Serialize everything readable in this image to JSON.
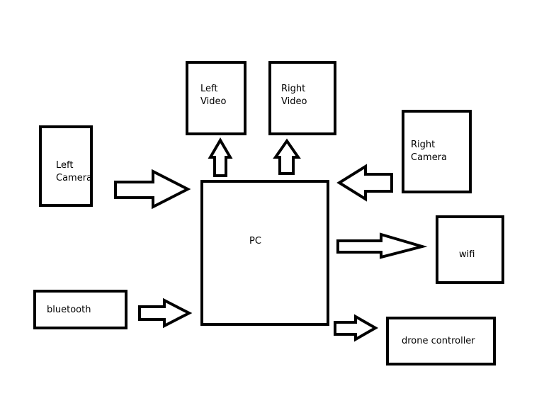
{
  "diagram": {
    "nodes": {
      "left_video": {
        "lines": [
          "Left",
          "Video"
        ]
      },
      "right_video": {
        "lines": [
          "Right",
          "Video"
        ]
      },
      "left_camera": {
        "lines": [
          "Left",
          "Camera"
        ]
      },
      "right_camera": {
        "lines": [
          "Right",
          "Camera"
        ]
      },
      "pc": {
        "lines": [
          "PC"
        ]
      },
      "wifi": {
        "lines": [
          "wifi"
        ]
      },
      "bluetooth": {
        "lines": [
          "bluetooth"
        ]
      },
      "drone_controller": {
        "lines": [
          "drone controller"
        ]
      }
    },
    "edges": [
      {
        "from": "left_camera",
        "to": "pc"
      },
      {
        "from": "right_camera",
        "to": "pc"
      },
      {
        "from": "bluetooth",
        "to": "pc"
      },
      {
        "from": "pc",
        "to": "left_video"
      },
      {
        "from": "pc",
        "to": "right_video"
      },
      {
        "from": "pc",
        "to": "wifi"
      },
      {
        "from": "pc",
        "to": "drone_controller"
      }
    ]
  }
}
